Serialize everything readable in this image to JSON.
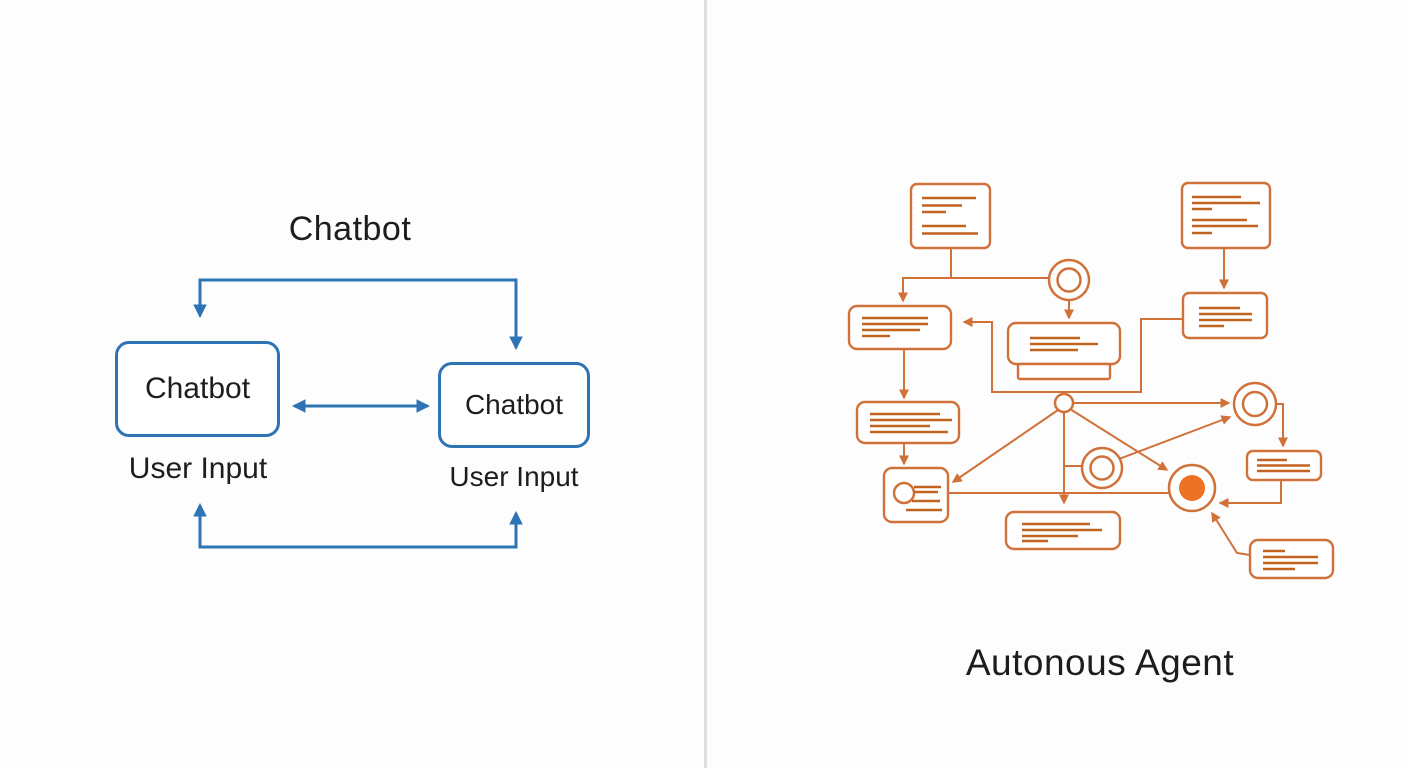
{
  "colors": {
    "blue": "#2e74b5",
    "orange": "#d0713a",
    "orange-dark": "#c2641f",
    "dot": "#ed7125",
    "divider": "#dedede",
    "ink": "#1d1d1d",
    "bg": "#fdfdfd"
  },
  "left_panel": {
    "title": "Chatbot",
    "box_left": {
      "label": "Chatbot",
      "caption": "User Input"
    },
    "box_right": {
      "label": "Chatbot",
      "caption": "User Input"
    }
  },
  "right_panel": {
    "title": "Autonous Agent"
  }
}
